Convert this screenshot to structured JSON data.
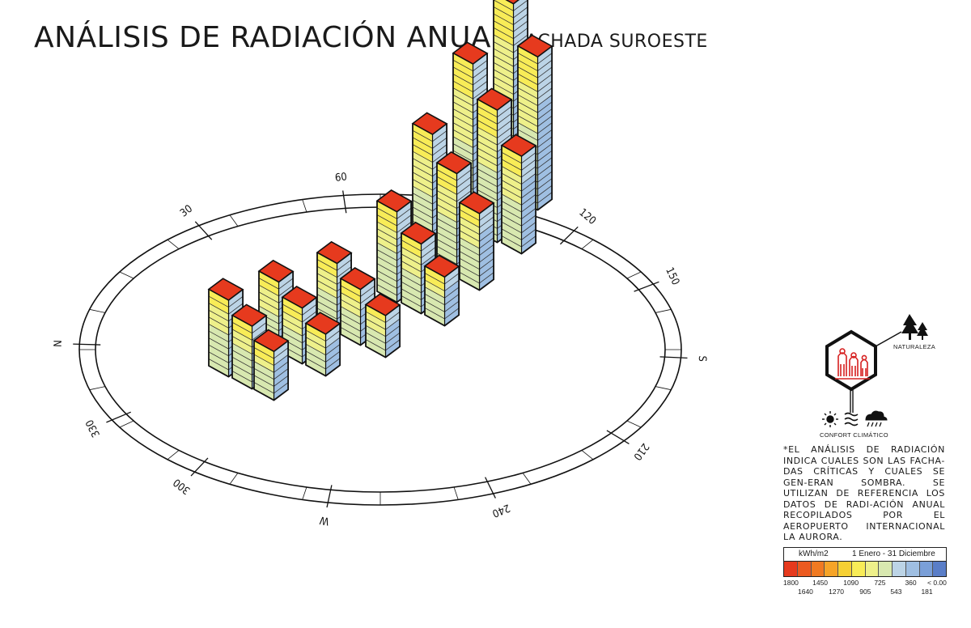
{
  "title": {
    "main": "ANÁLISIS DE RADIACIÓN ANUAL",
    "sub": "FACHADA SUROESTE"
  },
  "compass": {
    "labels": [
      {
        "text": "60",
        "angle": -97
      },
      {
        "text": "30",
        "angle": -127
      },
      {
        "text": "N",
        "angle": -178
      },
      {
        "text": "330",
        "angle": 153
      },
      {
        "text": "300",
        "angle": 128
      },
      {
        "text": "W",
        "angle": 100
      },
      {
        "text": "240",
        "angle": 68
      },
      {
        "text": "210",
        "angle": 36
      },
      {
        "text": "S",
        "angle": 3
      },
      {
        "text": "150",
        "angle": -25
      },
      {
        "text": "120",
        "angle": -50
      }
    ]
  },
  "icons": {
    "nature_label": "NATURALEZA",
    "comfort_label": "CONFORT CLIMÁTICO"
  },
  "note": "*EL ANÁLISIS DE RADIACIÓN INDICA CUALES SON LAS FACHA-DAS CRÍTICAS Y CUALES SE GEN-ERAN SOMBRA. SE UTILIZAN DE REFERENCIA LOS DATOS DE RADI-ACIÓN ANUAL RECOPILADOS POR EL AEROPUERTO INTERNACIONAL LA AURORA.",
  "legend": {
    "unit": "kWh/m2",
    "period": "1 Enero - 31 Diciembre",
    "colors": [
      "#e63a1e",
      "#ec5a20",
      "#f07a22",
      "#f6a428",
      "#f6d033",
      "#f8ec57",
      "#eef08a",
      "#d8e8b0",
      "#bcd4e6",
      "#9fbfe2",
      "#7a9fd8",
      "#5a7ec8"
    ],
    "top_values": [
      "1800",
      "1450",
      "1090",
      "725",
      "360",
      "< 0.00"
    ],
    "bottom_values": [
      "1640",
      "1270",
      "905",
      "543",
      "181"
    ]
  }
}
